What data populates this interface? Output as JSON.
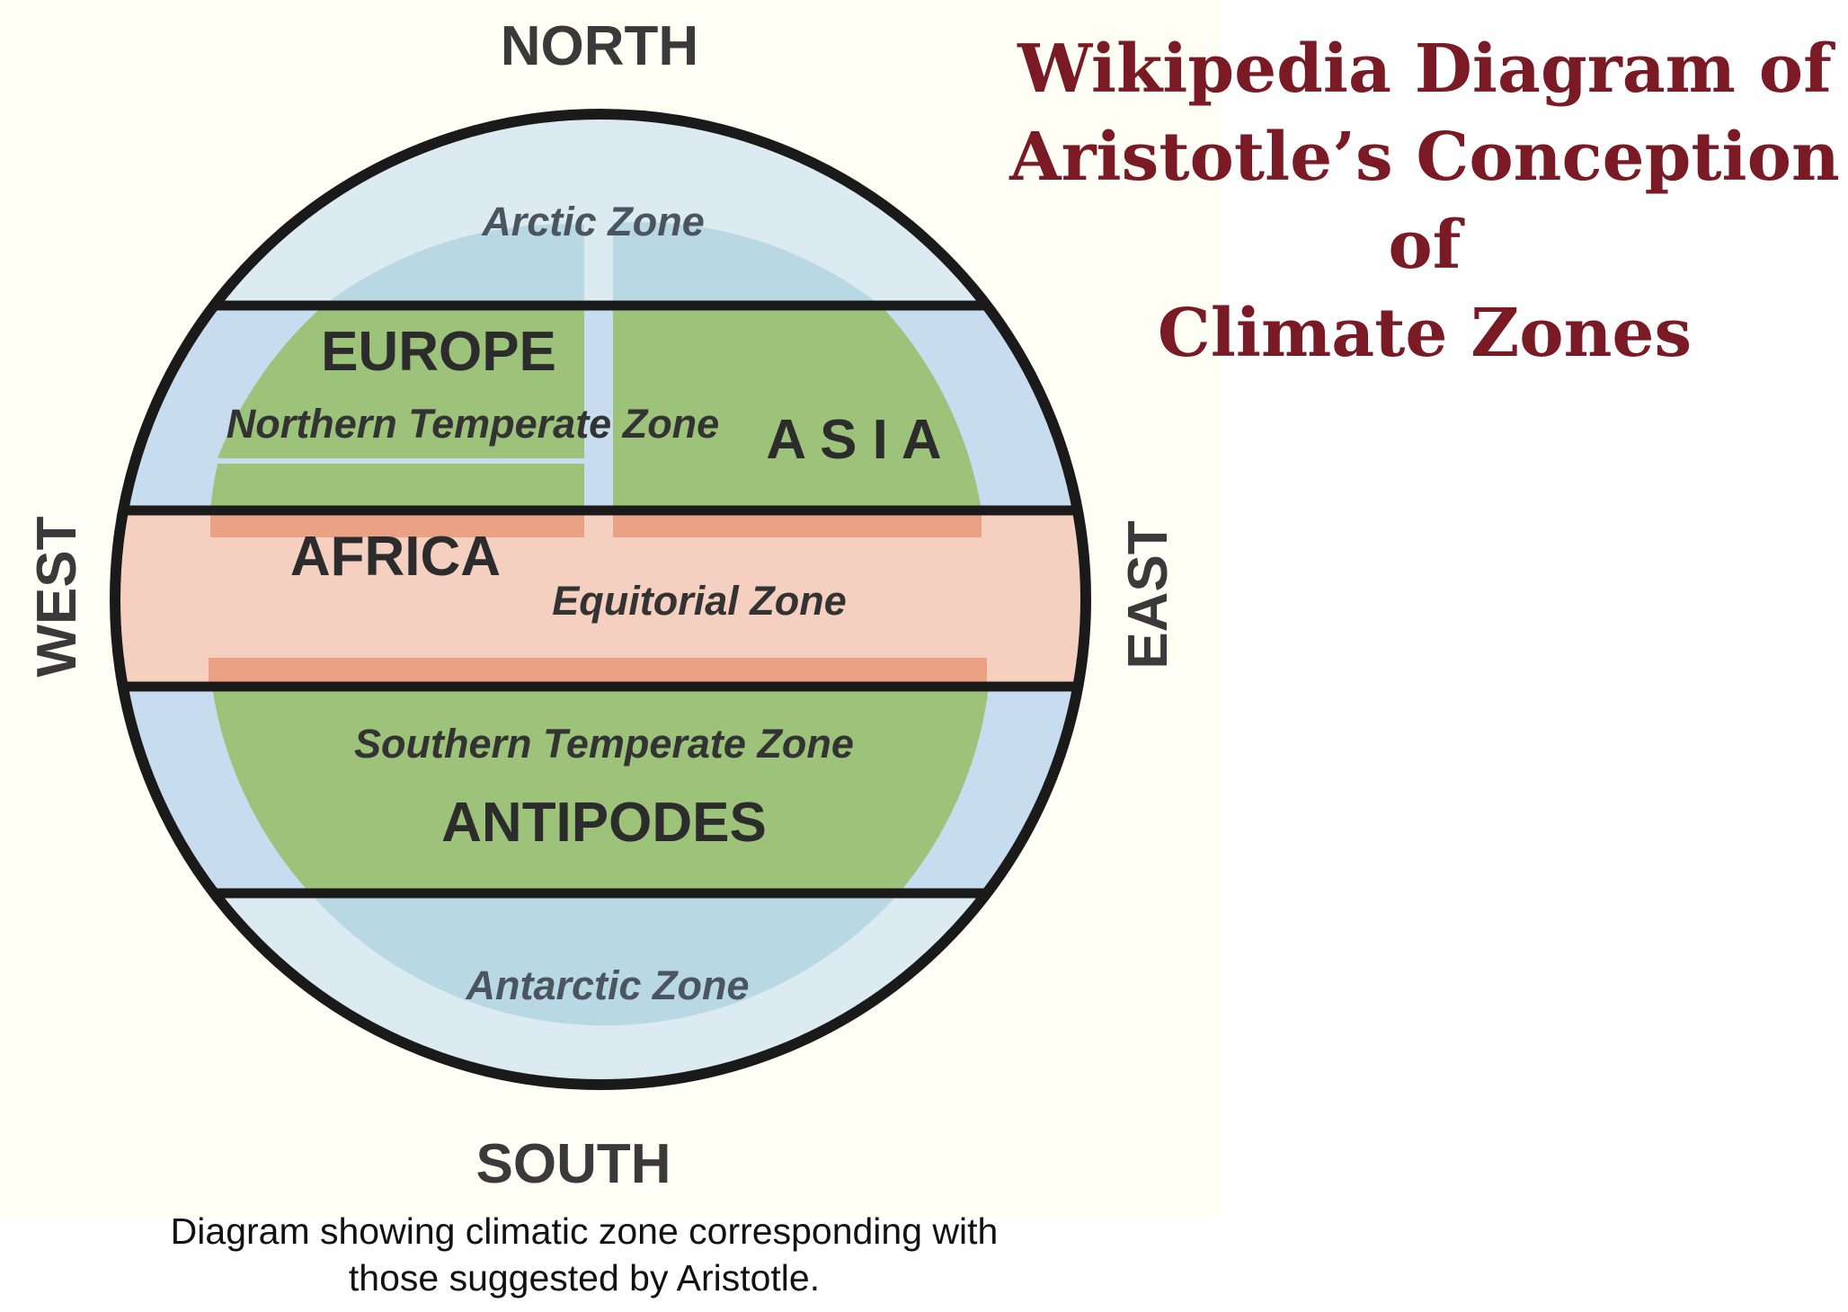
{
  "title": {
    "line1": "Wikipedia Diagram of",
    "line2": "Aristotle’s Conception of",
    "line3": "Climate Zones"
  },
  "diagram": {
    "compass": {
      "north": "NORTH",
      "south": "SOUTH",
      "west": "WEST",
      "east": "EAST"
    },
    "zones": {
      "arctic": "Arctic Zone",
      "northern_temperate": "Northern Temperate Zone",
      "equatorial": "Equitorial Zone",
      "southern_temperate": "Southern Temperate Zone",
      "antarctic": "Antarctic Zone"
    },
    "regions": {
      "europe": "EUROPE",
      "asia": "A S I A",
      "africa": "AFRICA",
      "antipodes": "ANTIPODES"
    },
    "colors": {
      "polar": "#dcebf2",
      "polar_land": "#b8d9e3",
      "temperate": "#c7dcef",
      "land": "#9dc27a",
      "equatorial": "#f5cfc0",
      "equatorial_band": "#e9a283",
      "outline": "#1a1a1a"
    }
  },
  "caption": {
    "line1": "Diagram showing climatic zone corresponding with",
    "line2": "those suggested by Aristotle."
  }
}
